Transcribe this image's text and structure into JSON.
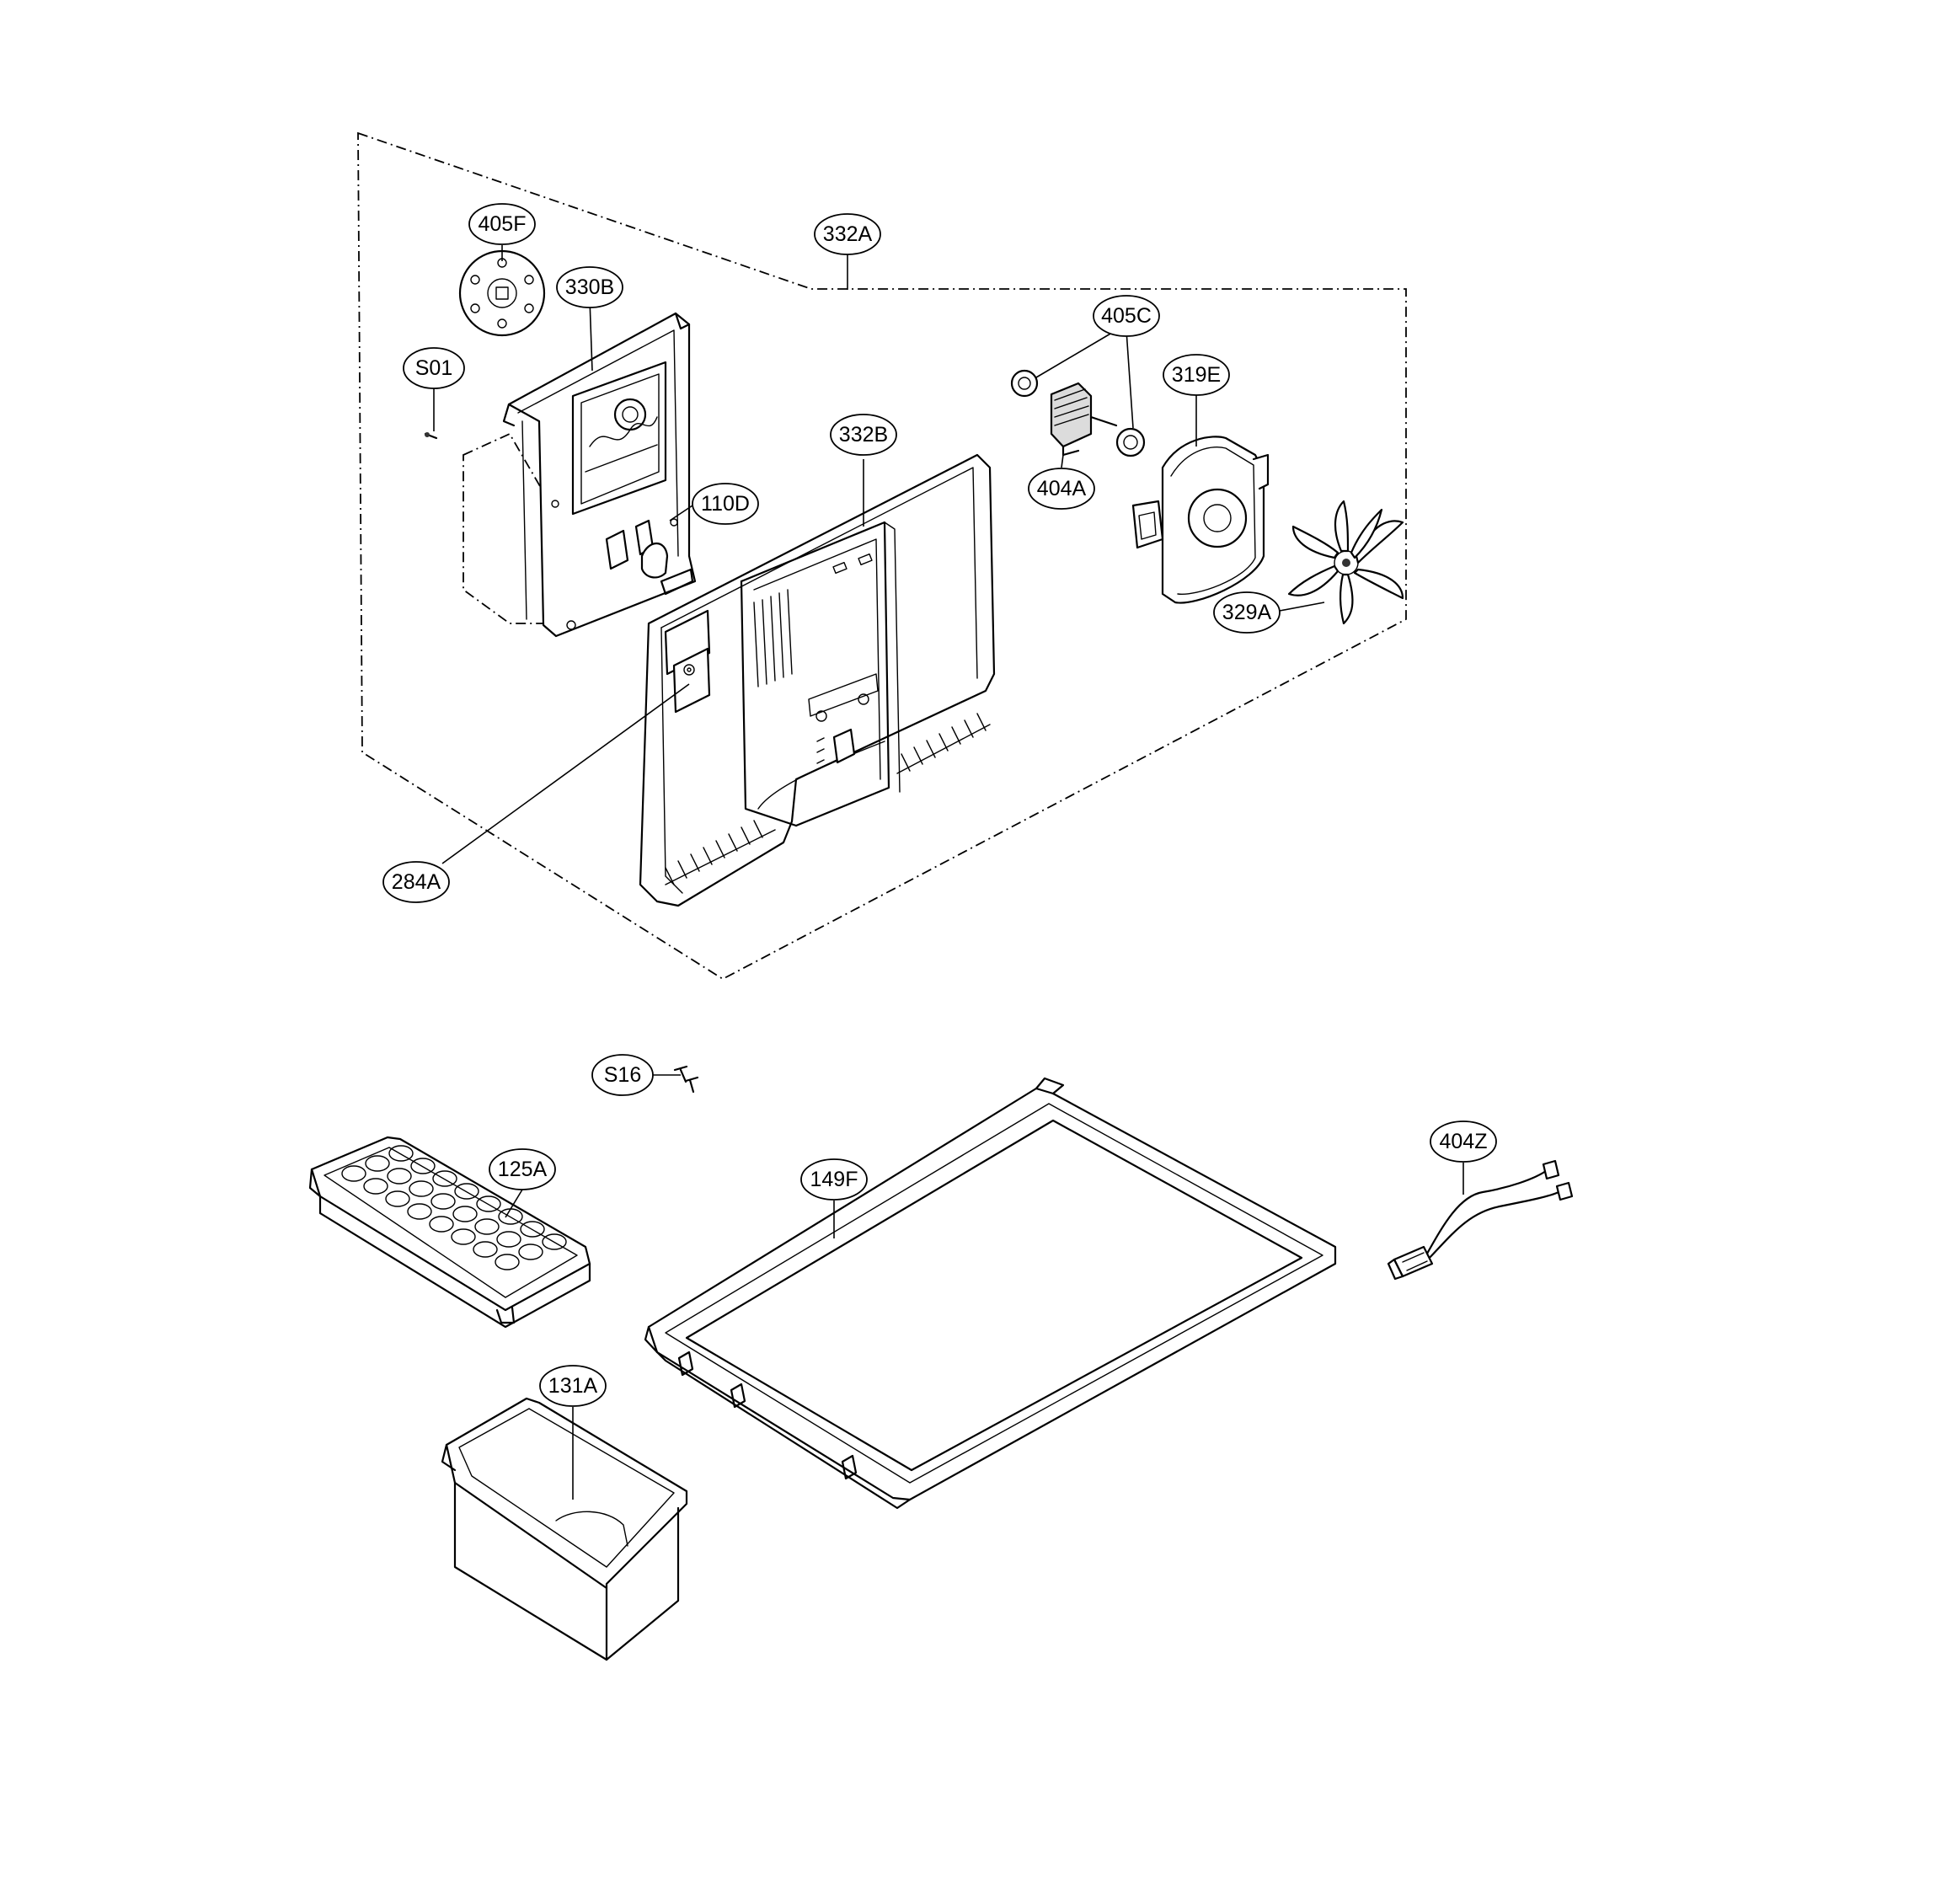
{
  "callouts": {
    "c405F": "405F",
    "c332A": "332A",
    "c330B": "330B",
    "cS01": "S01",
    "c405C": "405C",
    "c319E": "319E",
    "c332B": "332B",
    "c110D": "110D",
    "c404A": "404A",
    "c329A": "329A",
    "c284A": "284A",
    "cS16": "S16",
    "c125A": "125A",
    "c149F": "149F",
    "c404Z": "404Z",
    "c131A": "131A"
  }
}
